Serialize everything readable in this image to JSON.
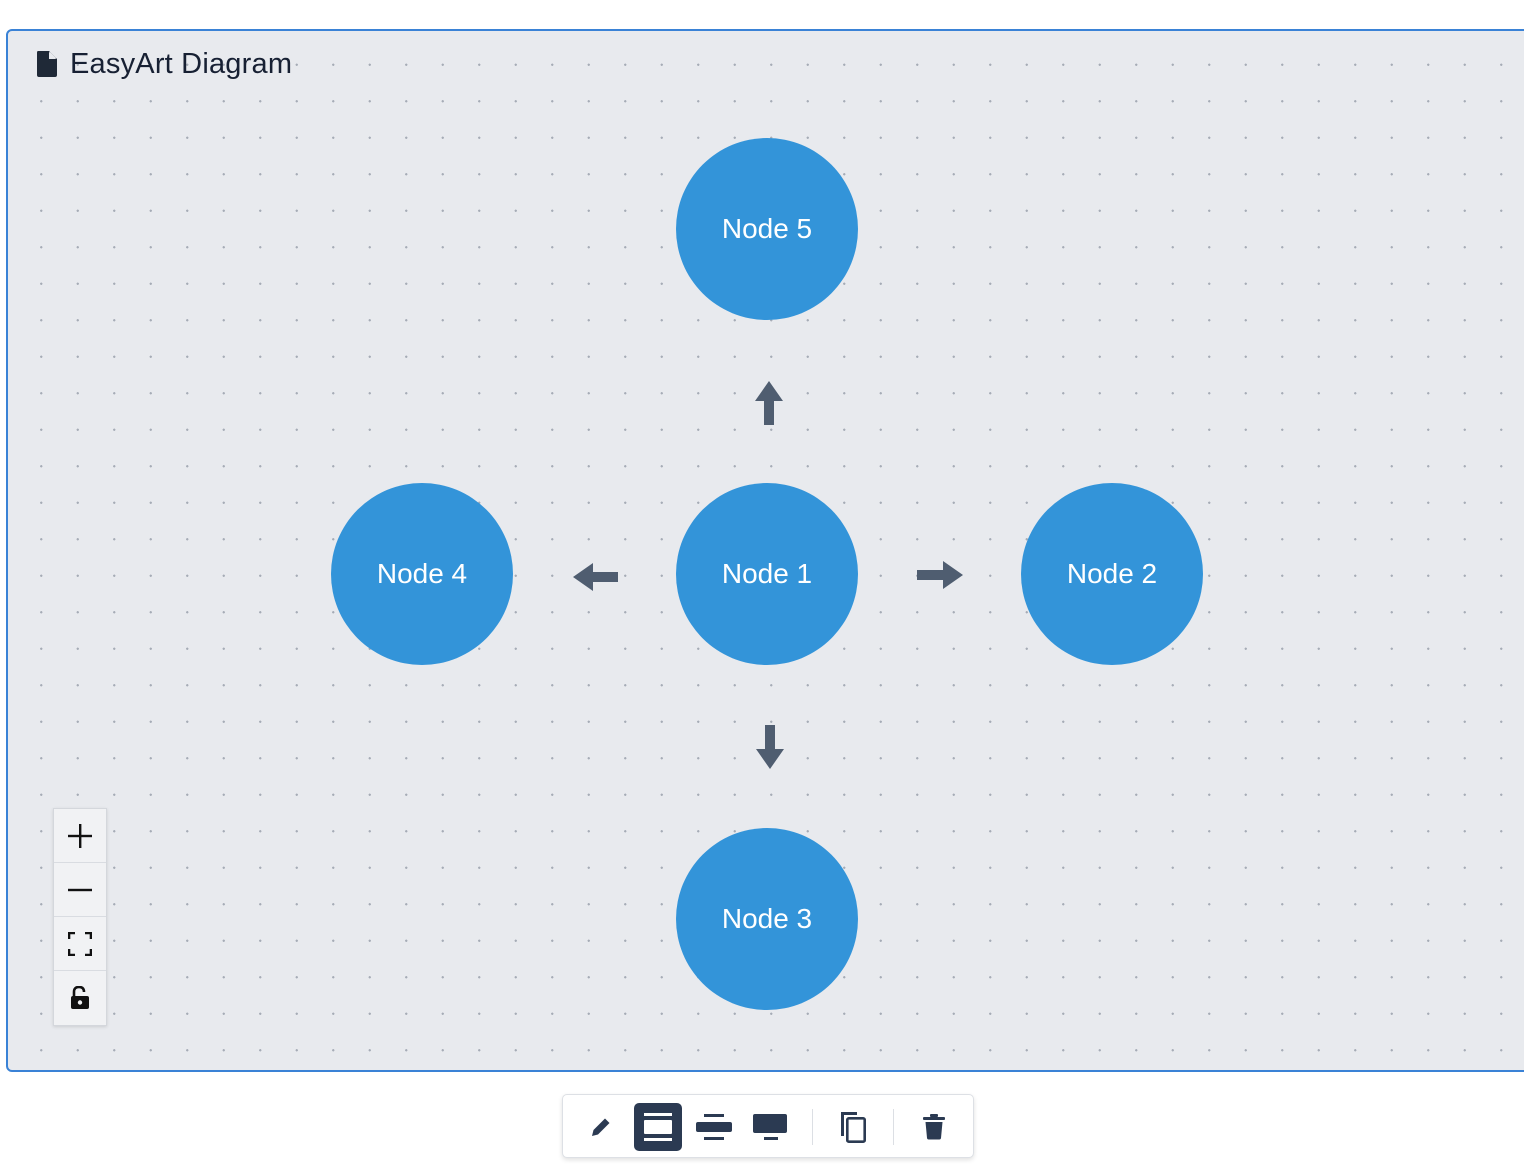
{
  "panel": {
    "title": "EasyArt Diagram",
    "icon": "file-icon"
  },
  "diagram": {
    "nodes": [
      {
        "id": "node-1",
        "label": "Node 1"
      },
      {
        "id": "node-2",
        "label": "Node 2"
      },
      {
        "id": "node-3",
        "label": "Node 3"
      },
      {
        "id": "node-4",
        "label": "Node 4"
      },
      {
        "id": "node-5",
        "label": "Node 5"
      }
    ],
    "edges": [
      {
        "from": "Node 1",
        "to": "Node 2"
      },
      {
        "from": "Node 1",
        "to": "Node 3"
      },
      {
        "from": "Node 1",
        "to": "Node 4"
      },
      {
        "from": "Node 1",
        "to": "Node 5"
      }
    ],
    "node_color": "#3394d9",
    "edge_color": "#4f5d70"
  },
  "controls": {
    "items": [
      "zoom-in-icon",
      "zoom-out-icon",
      "fit-view-icon",
      "unlock-icon"
    ]
  },
  "toolbar": {
    "items": [
      "pencil-icon",
      "align-full-width-icon",
      "align-center-icon",
      "align-wide-icon",
      "copy-icon",
      "trash-icon"
    ],
    "active": "align-full-width-icon",
    "active_color": "#2b3a52"
  }
}
